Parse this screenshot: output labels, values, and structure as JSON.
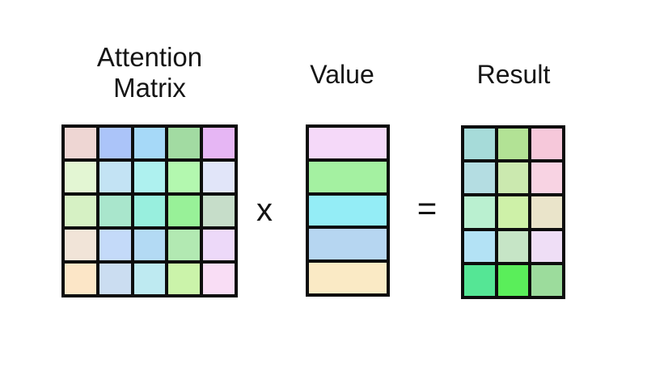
{
  "page": {
    "background": "#ffffff",
    "text_color": "#151515",
    "grid_border_color": "#0d0d0d"
  },
  "titles": {
    "attention": {
      "line1": "Attention",
      "line2": "Matrix"
    },
    "value": "Value",
    "result": "Result"
  },
  "operators": {
    "multiply": "x",
    "equals": "="
  },
  "matrices": {
    "attention": {
      "rows": 5,
      "cols": 5,
      "cells": [
        [
          "#eed6d3",
          "#abc4f9",
          "#a6d9f8",
          "#a2dba2",
          "#e6b6f4"
        ],
        [
          "#e3f6d3",
          "#c3e3f4",
          "#aef1ef",
          "#b3f8af",
          "#e1e5f9"
        ],
        [
          "#d6f1c4",
          "#a9e6cc",
          "#98efde",
          "#98f198",
          "#c6ddc9"
        ],
        [
          "#f1e4d8",
          "#c4daf9",
          "#b3daf4",
          "#b2e9b2",
          "#edd9f9"
        ],
        [
          "#fce6c7",
          "#cbddf1",
          "#beeaf1",
          "#cbf3aa",
          "#f9ddf5"
        ]
      ]
    },
    "value": {
      "rows": 5,
      "cols": 1,
      "cells": [
        [
          "#f5d9f9"
        ],
        [
          "#a4f1a1"
        ],
        [
          "#94edf6"
        ],
        [
          "#b6d6f1"
        ],
        [
          "#faeac5"
        ]
      ]
    },
    "result": {
      "rows": 5,
      "cols": 3,
      "cells": [
        [
          "#a6dbd9",
          "#b2e295",
          "#f6c8da"
        ],
        [
          "#b4dde2",
          "#cbe9af",
          "#f8d3e3"
        ],
        [
          "#baf0d0",
          "#cef1a8",
          "#eae4ca"
        ],
        [
          "#b3e2f5",
          "#c6e5c6",
          "#efdef6"
        ],
        [
          "#55e695",
          "#5aee5a",
          "#9cdc9c"
        ]
      ]
    }
  }
}
